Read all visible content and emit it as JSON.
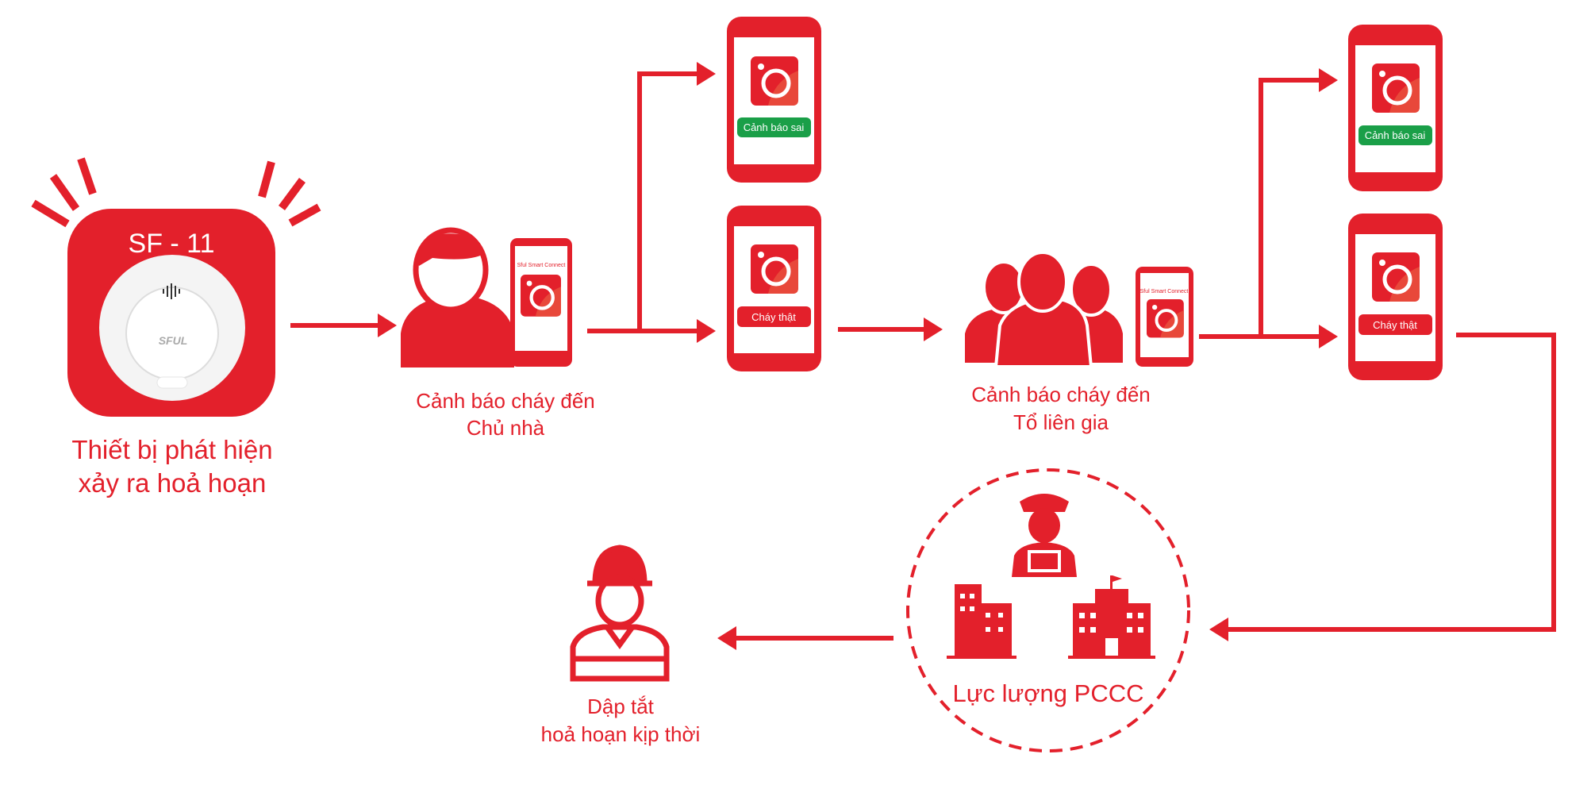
{
  "colors": {
    "primary": "#e3202b",
    "green": "#1a9f48",
    "icon_light": "#e8483a"
  },
  "device": {
    "model": "SF - 11",
    "brand": "SFUL",
    "label_line1": "Thiết bị phát hiện",
    "label_line2": "xảy ra hoả hoạn"
  },
  "owner": {
    "label_line1": "Cảnh báo cháy đến",
    "label_line2": "Chủ nhà",
    "phone_app_name": "Sful Smart Connect"
  },
  "group": {
    "label_line1": "Cảnh báo cháy đến",
    "label_line2": "Tổ liên gia",
    "phone_app_name": "Sful Smart Connect"
  },
  "phones": {
    "false_alarm": "Cảnh báo sai",
    "real_fire": "Cháy thật"
  },
  "pccc": {
    "label": "Lực lượng PCCC"
  },
  "firefighter": {
    "label_line1": "Dập tắt",
    "label_line2": "hoả hoạn kịp thời"
  }
}
